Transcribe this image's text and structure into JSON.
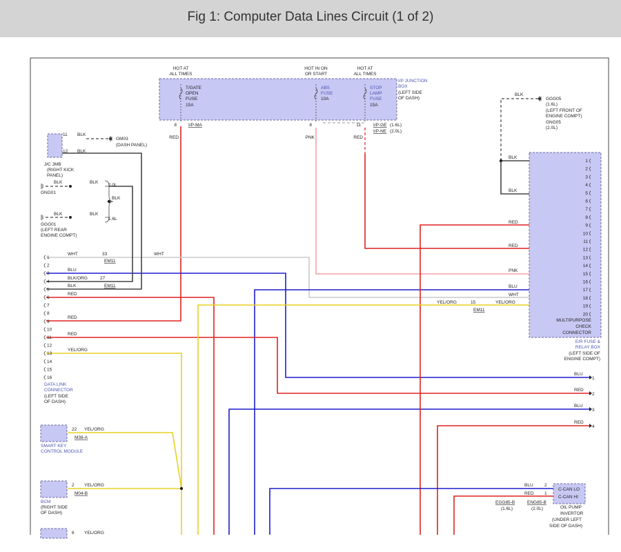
{
  "header": {
    "title": "Fig 1: Computer Data Lines Circuit (1 of 2)"
  },
  "colors": {
    "red": "#e02020",
    "blue": "#1c1ccf",
    "yellow": "#e8d020",
    "pink": "#f4a0a8",
    "white_wire": "#c8c8c8",
    "black": "#444444",
    "component_fill": "#c8c8f4",
    "component_border": "#6a6a9a",
    "header_bg": "#d4d4d4"
  },
  "junction_box": {
    "hot1": [
      "HOT AT",
      "ALL TIMES"
    ],
    "hot2": [
      "HOT IN ON",
      "OR START"
    ],
    "hot3": [
      "HOT AT",
      "ALL TIMES"
    ],
    "fuse1": [
      "T/GATE",
      "OPEN",
      "FUSE",
      "15A"
    ],
    "fuse2": [
      "ABS",
      "FUSE",
      "10A"
    ],
    "fuse3": [
      "STOP",
      "LAMP",
      "FUSE",
      "15A"
    ],
    "name": [
      "I/P JUNCTION",
      "BOX"
    ],
    "loc": [
      "(LEFT SIDE",
      "OF DASH)"
    ],
    "pin1": "8",
    "pin2": "8",
    "pin3": "11",
    "conn1": "I/P-MA",
    "conn3a": "I/P-GE",
    "conn3a_note": "(1.6L)",
    "conn3b": "I/P-NE",
    "conn3b_note": "(2.0L)",
    "w1": "RED",
    "w2": "PNK",
    "w3": "RED"
  },
  "jc_jmb": {
    "name": "J/C JMB",
    "loc": [
      "(RIGHT KICK",
      "PANEL)"
    ],
    "pin11": "11",
    "pin12": "12",
    "w11": "BLK",
    "w12": "BLK"
  },
  "grounds": {
    "gm03": "GM03",
    "gm03_loc": "(DASH PANEL)",
    "gng01": "GNG01",
    "ggg01": "GGG01",
    "ggg01_loc": [
      "(LEFT REAR",
      "ENGINE COMPT)"
    ],
    "blk": "BLK",
    "l20": "2.0L",
    "l16": "1.6L",
    "ggg05": "GGG05",
    "ggg05_note": "(1.6L)",
    "ggg05_loc": [
      "(LEFT FRONT OF",
      "ENGINE COMPT)"
    ],
    "gng05": "GNG05",
    "gng05_note": "(2.0L)"
  },
  "dlc": {
    "pins": [
      "1",
      "2",
      "3",
      "4",
      "5",
      "6",
      "7",
      "8",
      "9",
      "10",
      "11",
      "12",
      "13",
      "14",
      "15",
      "16"
    ],
    "w1": "WHT",
    "w3": "BLU",
    "w4": "BLK/ORG",
    "w5": "BLK",
    "w6": "RED",
    "w9": "RED",
    "w11": "RED",
    "w13": "YEL/ORG",
    "em11_a": "EM11",
    "em11_a_pin": "33",
    "em11_b": "EM11",
    "em11_b_pin": "27",
    "wht_run": "WHT",
    "name": [
      "DATA LINK",
      "CONNECTOR"
    ],
    "loc": [
      "(LEFT SIDE",
      "OF DASH)"
    ]
  },
  "mpc": {
    "pins": [
      "1",
      "2",
      "3",
      "4",
      "5",
      "6",
      "7",
      "8",
      "9",
      "10",
      "11",
      "12",
      "13",
      "14",
      "15",
      "16",
      "17",
      "18",
      "19",
      "20"
    ],
    "w1": "BLK",
    "w5": "BLK",
    "w9": "RED",
    "w12": "RED",
    "w15": "PNK",
    "w17": "BLU",
    "w18": "WHT",
    "w19": "YEL/ORG",
    "name": [
      "MULTIPURPOSE",
      "CHECK",
      "CONNECTOR"
    ],
    "box": [
      "E/R FUSE &",
      "RELAY BOX"
    ],
    "loc": [
      "(LEFT SIDE OF",
      "ENGINE COMPT)"
    ],
    "em11_pin": "15",
    "em11": "EM11",
    "em11_w": "YEL/ORG"
  },
  "outputs": [
    {
      "num": "1",
      "wire": "BLU"
    },
    {
      "num": "2",
      "wire": "RED"
    },
    {
      "num": "3",
      "wire": "BLU"
    },
    {
      "num": "4",
      "wire": "RED"
    }
  ],
  "skm": {
    "name": [
      "SMART KEY",
      "CONTROL MODULE"
    ],
    "pin": "22",
    "wire": "YEL/ORG",
    "conn": "M38-A"
  },
  "bcm": {
    "name": "BCM",
    "loc": [
      "(RIGHT SIDE",
      "OF DASH)"
    ],
    "pin": "2",
    "wire": "YEL/ORG",
    "conn": "M04-B"
  },
  "bottom": {
    "pin": "6",
    "wire": "YEL/ORG"
  },
  "oil_pump": {
    "w_lo": "BLU",
    "w_hi": "RED",
    "pin_lo": "2",
    "pin_hi": "1",
    "lo": "C-CAN LO",
    "hi": "C-CAN HI",
    "conn_a": "EGG85-B",
    "conn_a_note": "(1.6L)",
    "conn_b": "ENG85-B",
    "conn_b_note": "(2.0L)",
    "name": [
      "OIL PUMP",
      "INVERTOR"
    ],
    "loc": [
      "(UNDER LEFT",
      "SIDE OF DASH)"
    ]
  }
}
